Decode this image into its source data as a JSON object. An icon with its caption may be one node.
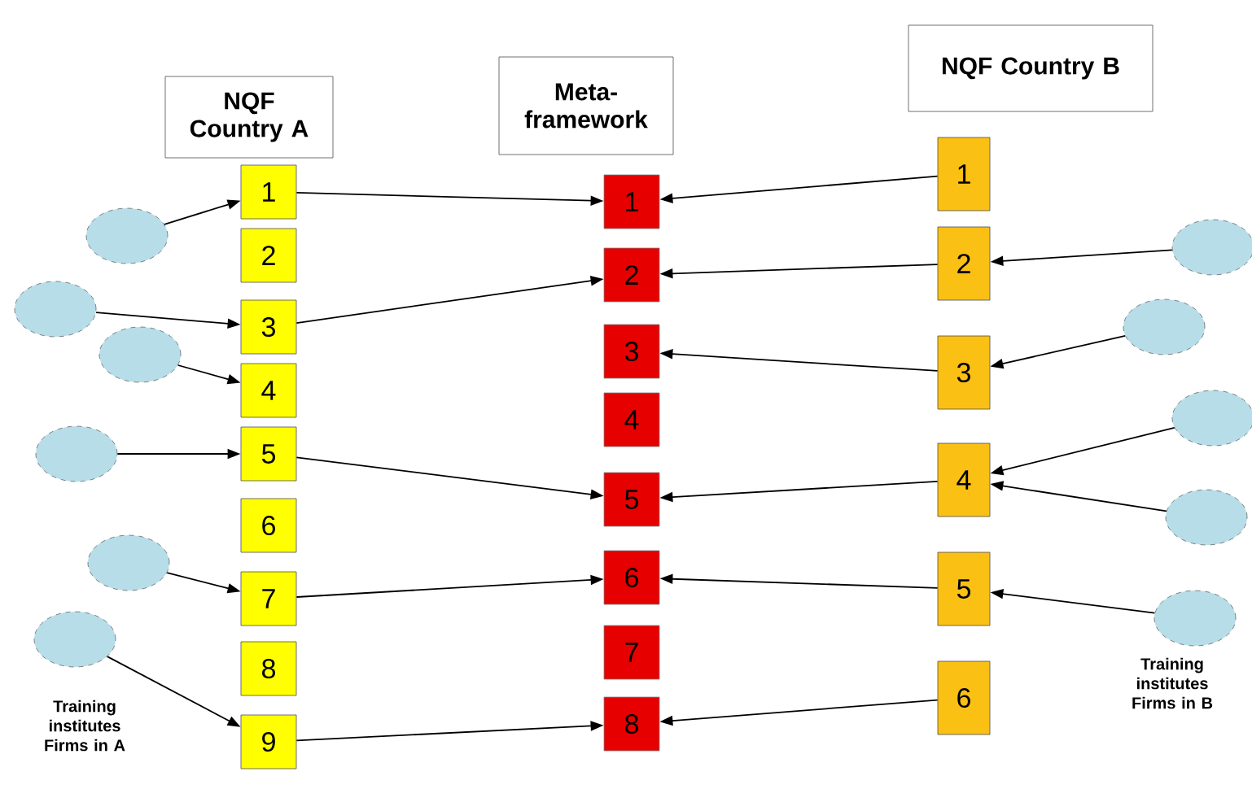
{
  "diagram": {
    "nodes": [
      {
        "text": [
          "NQF Country A"
        ]
      },
      {
        "text": [
          "Meta- framework"
        ]
      },
      {
        "text": [
          "NQF Country B"
        ]
      },
      {
        "text": [
          "1"
        ]
      },
      {
        "text": [
          "2"
        ]
      },
      {
        "text": [
          "3"
        ]
      },
      {
        "text": [
          "4"
        ]
      },
      {
        "text": [
          "5"
        ]
      },
      {
        "text": [
          "6"
        ]
      },
      {
        "text": [
          "7"
        ]
      },
      {
        "text": [
          "8"
        ]
      },
      {
        "text": [
          "9"
        ]
      },
      {
        "text": [
          "1"
        ]
      },
      {
        "text": [
          "2"
        ]
      },
      {
        "text": [
          "3"
        ]
      },
      {
        "text": [
          "4"
        ]
      },
      {
        "text": [
          "5"
        ]
      },
      {
        "text": [
          "6"
        ]
      },
      {
        "text": [
          "7"
        ]
      },
      {
        "text": [
          "8"
        ]
      },
      {
        "text": [
          "1"
        ]
      },
      {
        "text": [
          "2"
        ]
      },
      {
        "text": [
          "3"
        ]
      },
      {
        "text": [
          "4"
        ]
      },
      {
        "text": [
          "5"
        ]
      },
      {
        "text": [
          "6"
        ]
      },
      {
        "text": [],
        "shape": "ellipse"
      },
      {
        "text": [],
        "shape": "ellipse"
      },
      {
        "text": [],
        "shape": "ellipse"
      },
      {
        "text": [],
        "shape": "ellipse"
      },
      {
        "text": [],
        "shape": "ellipse"
      },
      {
        "text": [],
        "shape": "ellipse"
      },
      {
        "text": [],
        "shape": "ellipse"
      },
      {
        "text": [],
        "shape": "ellipse"
      },
      {
        "text": [],
        "shape": "ellipse"
      },
      {
        "text": [],
        "shape": "ellipse"
      },
      {
        "text": [],
        "shape": "ellipse"
      }
    ],
    "edges": [
      {
        "from": 26,
        "to": 3,
        "arrow": "to"
      },
      {
        "from": 27,
        "to": 5,
        "arrow": "to"
      },
      {
        "from": 28,
        "to": 6,
        "arrow": "to"
      },
      {
        "from": 29,
        "to": 7,
        "arrow": "to"
      },
      {
        "from": 30,
        "to": 9,
        "arrow": "to"
      },
      {
        "from": 31,
        "to": 11,
        "arrow": "to"
      },
      {
        "from": 3,
        "to": 12,
        "arrow": "to"
      },
      {
        "from": 5,
        "to": 13,
        "arrow": "to"
      },
      {
        "from": 7,
        "to": 16,
        "arrow": "to"
      },
      {
        "from": 9,
        "to": 17,
        "arrow": "to"
      },
      {
        "from": 11,
        "to": 19,
        "arrow": "to"
      },
      {
        "from": 20,
        "to": 12,
        "arrow": "to"
      },
      {
        "from": 21,
        "to": 13,
        "arrow": "to"
      },
      {
        "from": 22,
        "to": 14,
        "arrow": "to"
      },
      {
        "from": 23,
        "to": 16,
        "arrow": "to"
      },
      {
        "from": 24,
        "to": 17,
        "arrow": "to"
      },
      {
        "from": 25,
        "to": 19,
        "arrow": "to"
      },
      {
        "from": 32,
        "to": 21,
        "arrow": "to"
      },
      {
        "from": 33,
        "to": 22,
        "arrow": "to"
      },
      {
        "from": 34,
        "to": 23,
        "arrow": "to"
      },
      {
        "from": 35,
        "to": 23,
        "arrow": "to"
      },
      {
        "from": 36,
        "to": 24,
        "arrow": "to"
      }
    ],
    "labels": [
      "Training institutes Firms in A",
      "Training institutes Firms in B"
    ]
  }
}
